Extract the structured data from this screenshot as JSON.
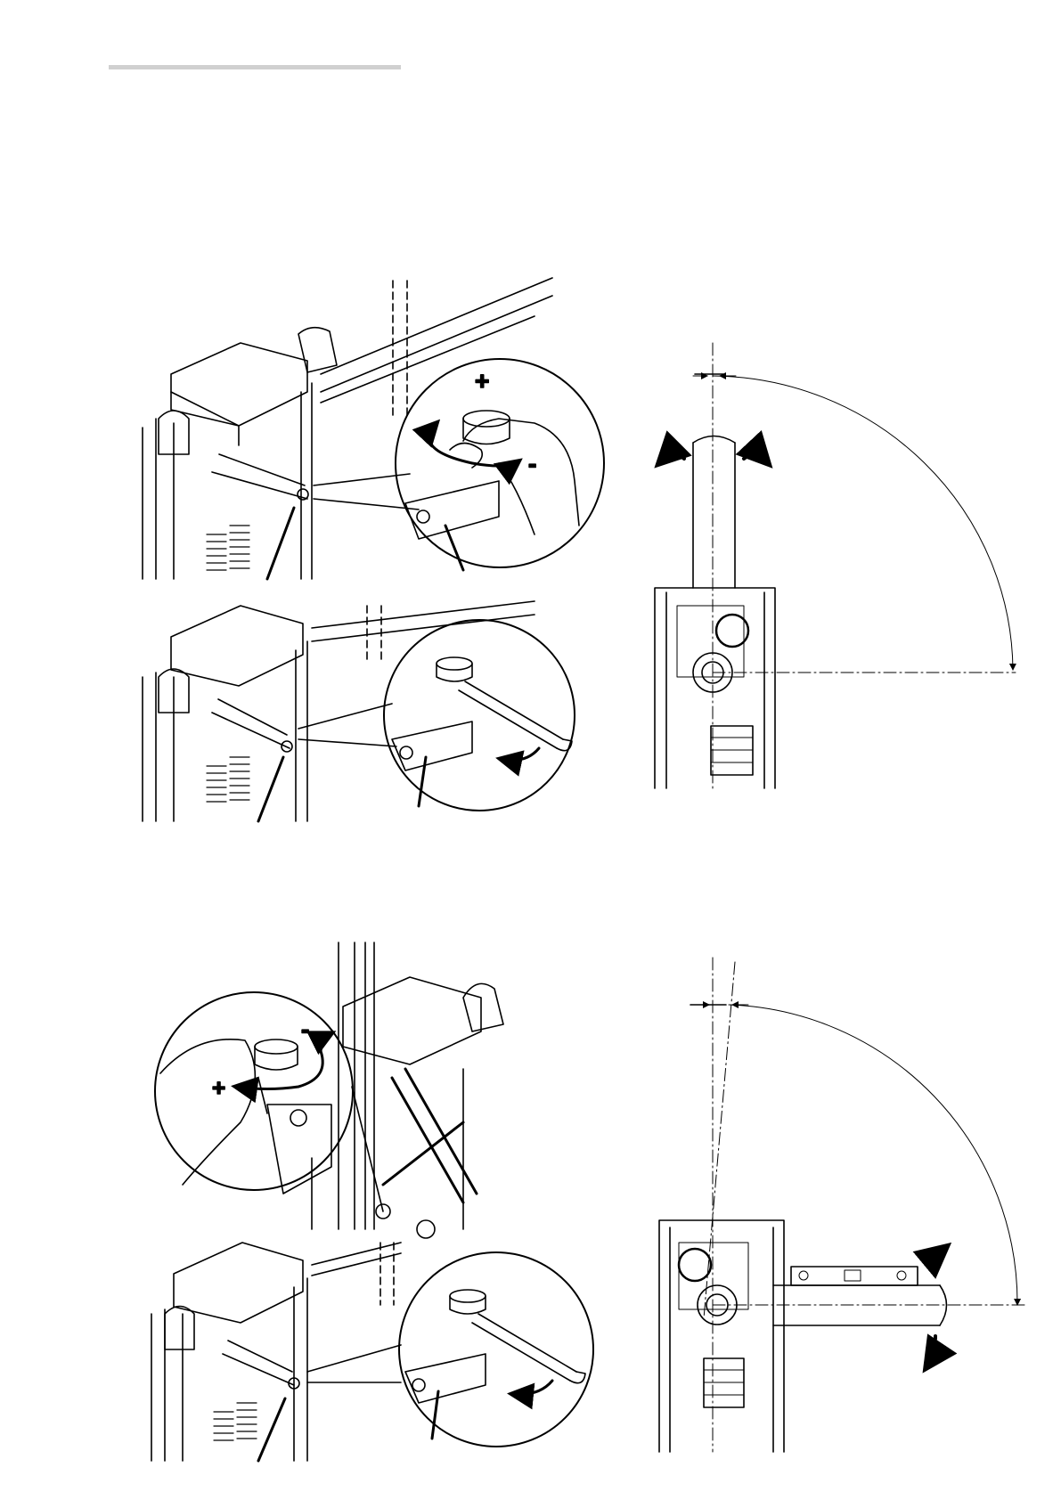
{
  "document": {
    "symbols": {
      "plus": "+",
      "minus": "-"
    },
    "colors": {
      "line": "#000000",
      "header_rule": "#d0d0d0",
      "background": "#ffffff"
    },
    "figures": [
      {
        "name": "top-barrier-hand-adjust",
        "icon": "hand-turning-knob"
      },
      {
        "name": "top-barrier-wrench-lock",
        "icon": "wrench"
      },
      {
        "name": "top-arm-vertical-level",
        "icon": "vertical-arm"
      },
      {
        "name": "bottom-barrier-hand-adjust",
        "icon": "hand-turning-knob"
      },
      {
        "name": "bottom-barrier-wrench-lock",
        "icon": "wrench"
      },
      {
        "name": "bottom-arm-horizontal-level",
        "icon": "spirit-level"
      }
    ]
  }
}
